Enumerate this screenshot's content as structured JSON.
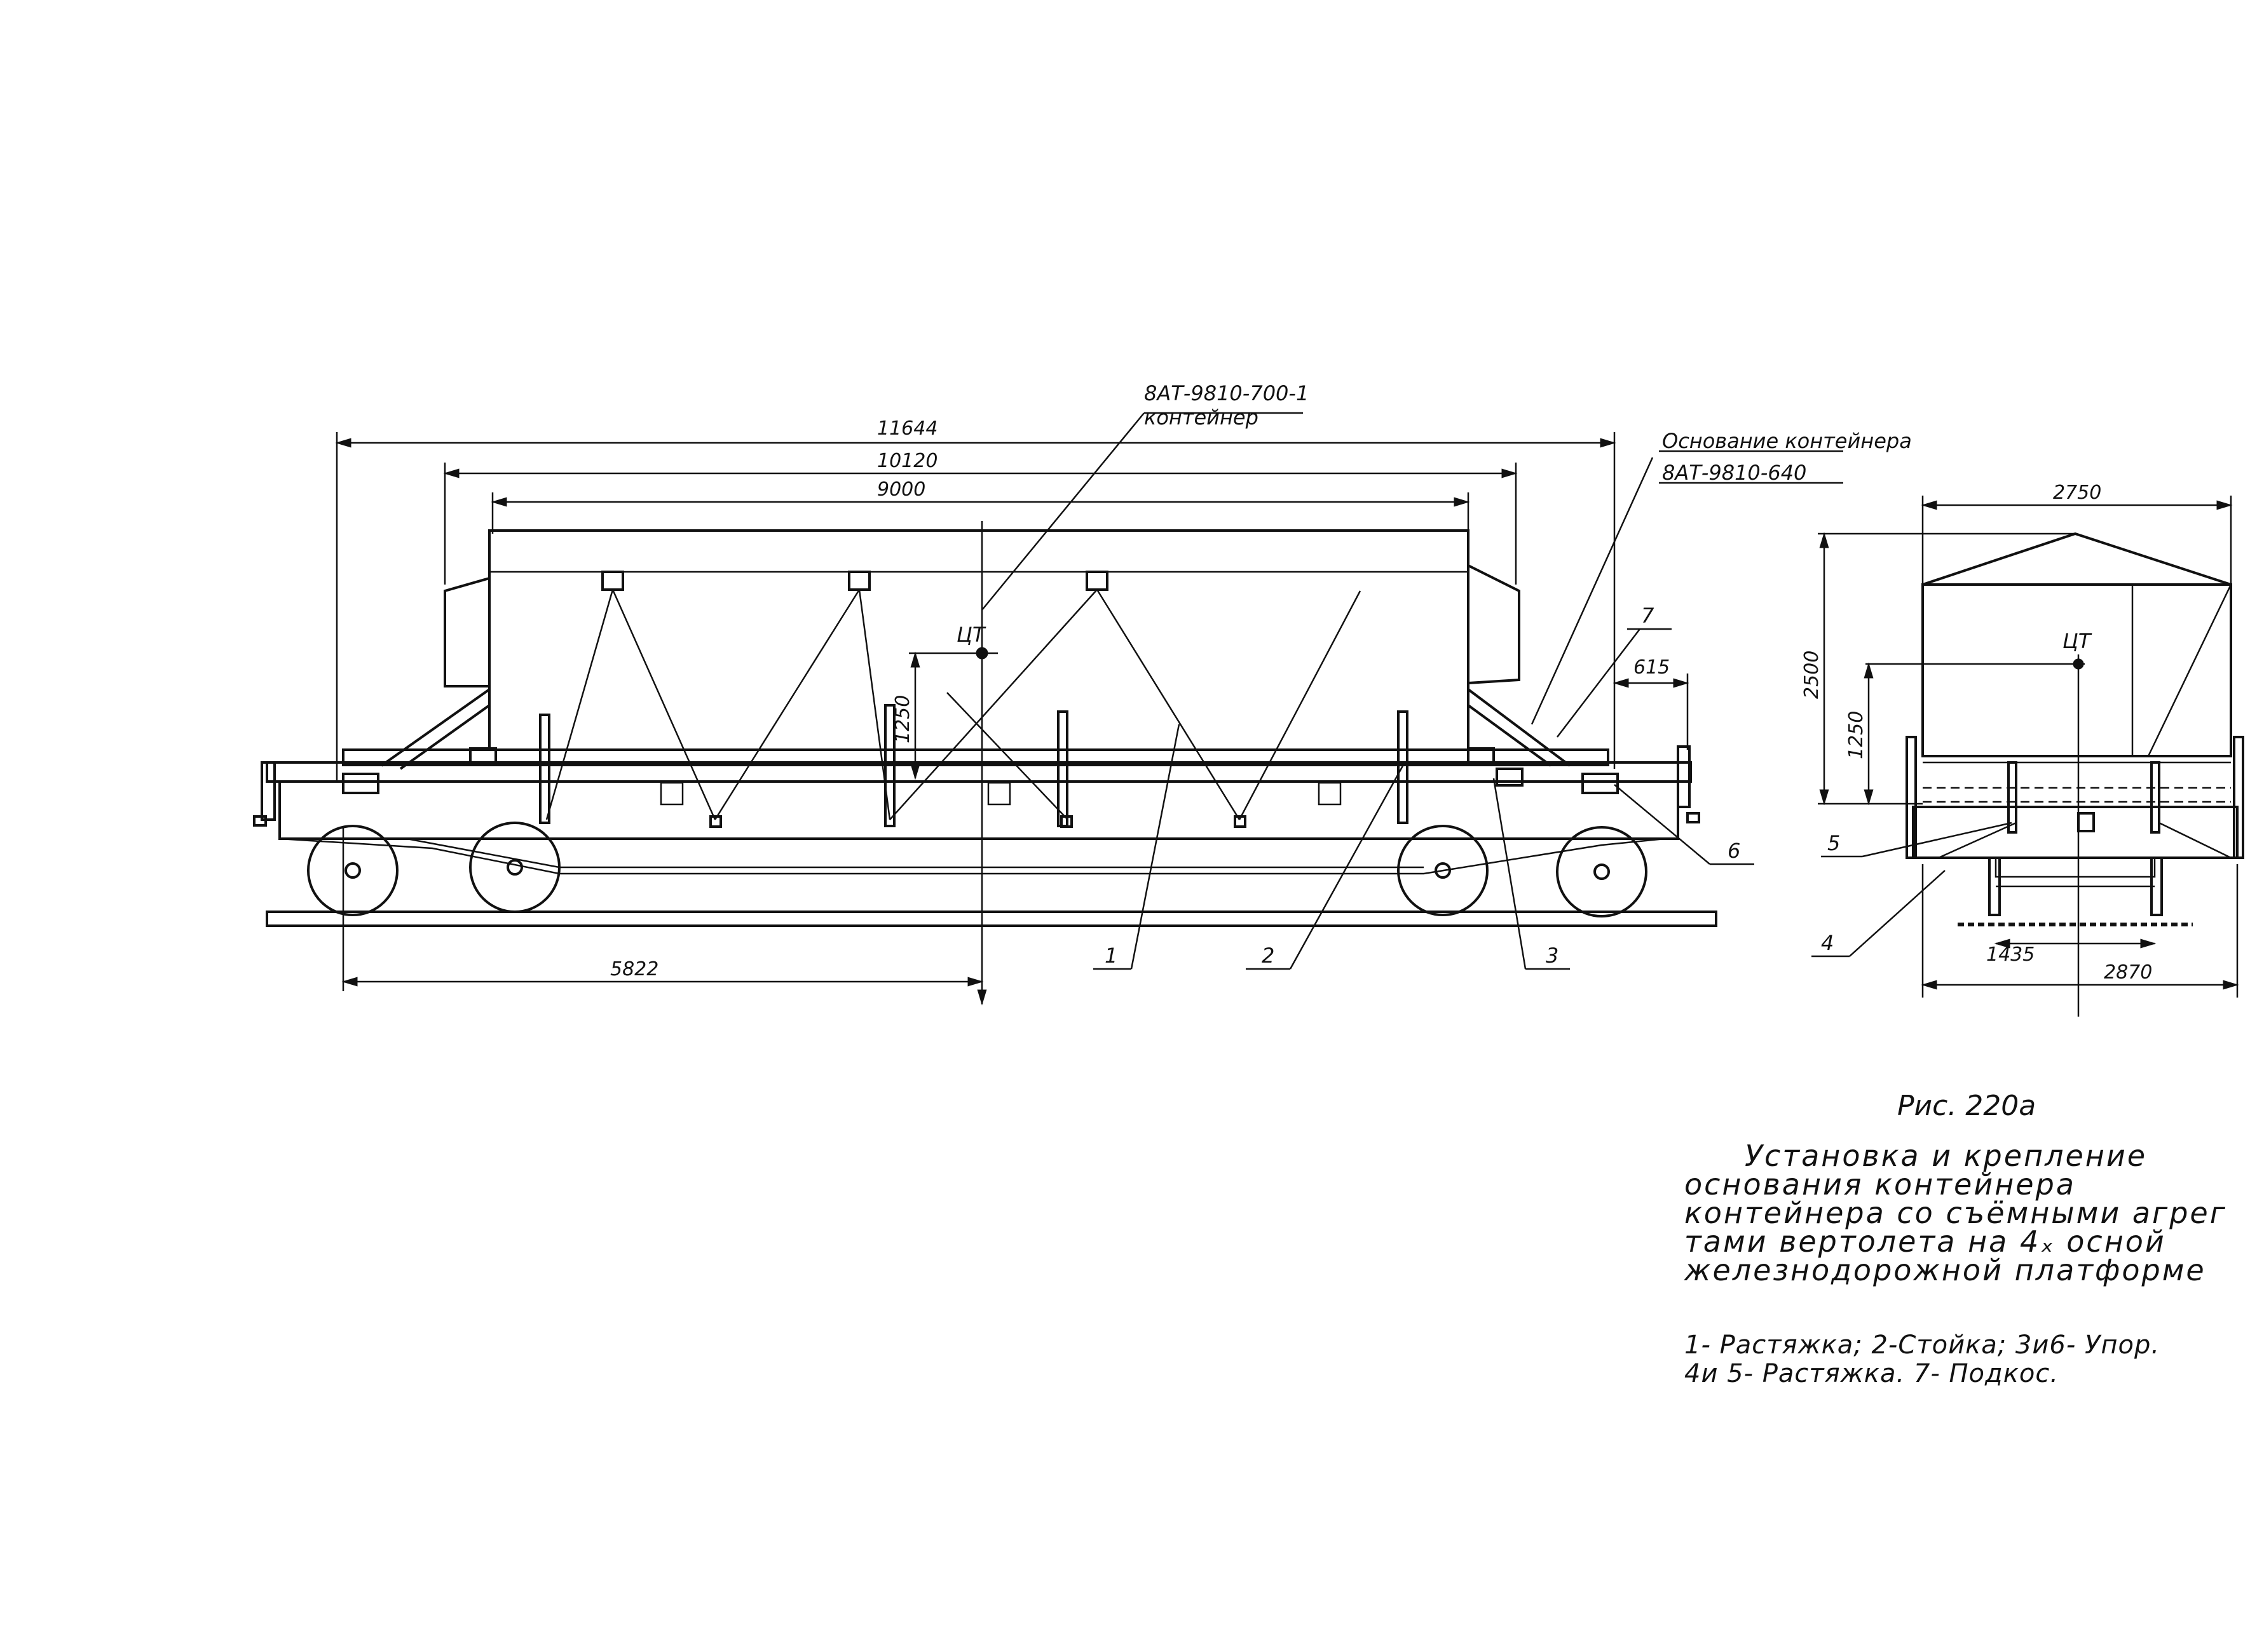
{
  "container_label": {
    "code": "8АТ-9810-700-1",
    "name": "контейнер"
  },
  "base_label": {
    "name": "Основание контейнера",
    "code": "8АТ-9810-640"
  },
  "side_view_dimensions": {
    "overall_length": "11644",
    "container_length": "10120",
    "container_body_length": "9000",
    "cg_height": "1250",
    "cg_from_end": "5822",
    "strut_offset": "615"
  },
  "center_of_gravity": "ЦТ",
  "end_view_dimensions": {
    "width_top": "2750",
    "height_total": "2500",
    "cg_height": "1250",
    "track_gauge": "1435",
    "platform_width": "2870"
  },
  "callouts": [
    "1",
    "2",
    "3",
    "4",
    "5",
    "6",
    "7"
  ],
  "caption": {
    "figure": "Рис. 220а",
    "lines": [
      "Установка и крепление",
      "основания контейнера",
      "контейнера со съёмными агрег",
      "тами вертолета на 4ₓ осной",
      "железнодорожной платформе"
    ]
  },
  "legend": {
    "line1": "1- Растяжка; 2-Стойка; 3и6- Упор.",
    "line2": "4и 5- Растяжка. 7- Подкос."
  }
}
